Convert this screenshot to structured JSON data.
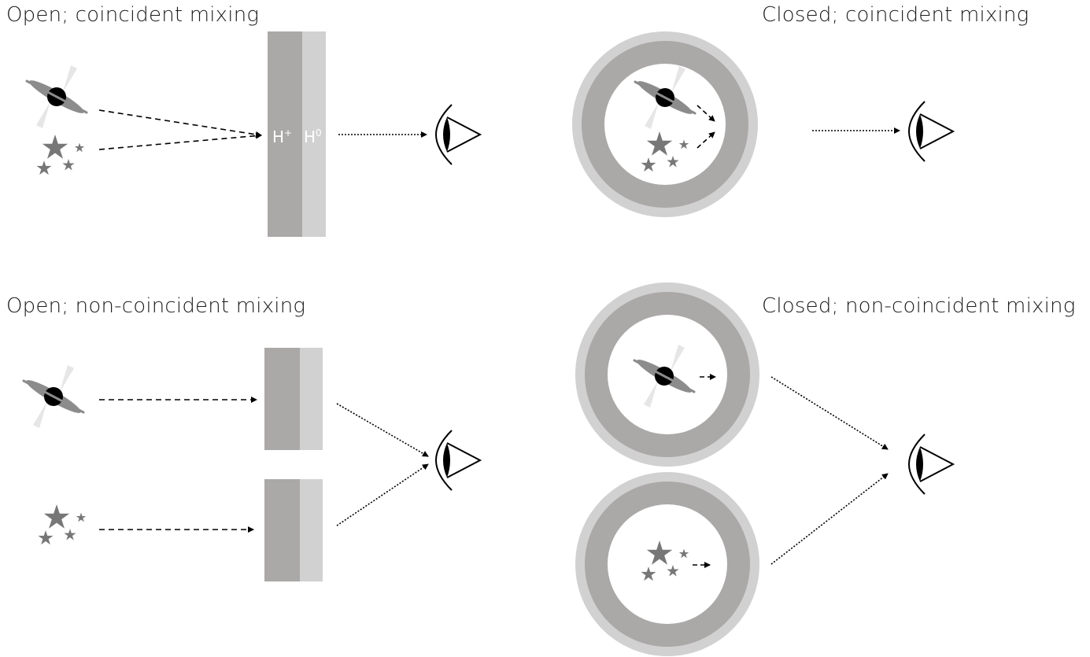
{
  "panels": {
    "open_coincident": {
      "title": "Open; coincident mixing"
    },
    "closed_coincident": {
      "title": "Closed; coincident mixing"
    },
    "open_noncoincident": {
      "title": "Open; non-coincident mixing"
    },
    "closed_noncoincident": {
      "title": "Closed; non-coincident mixing"
    }
  },
  "slab_labels": {
    "ionized": "H",
    "ionized_sup": "+",
    "neutral": "H",
    "neutral_sup": "0"
  },
  "colors": {
    "ionized_gas": "#aba8a8",
    "neutral_gas": "#d2d1d2",
    "star": "#777777",
    "agn_core": "#000000",
    "agn_disk": "#8a8a8a",
    "agn_jet": "#e2e2e2",
    "arrow": "#000000"
  },
  "icons": [
    "agn-icon",
    "stars-icon",
    "eye-icon",
    "arrow-head"
  ]
}
